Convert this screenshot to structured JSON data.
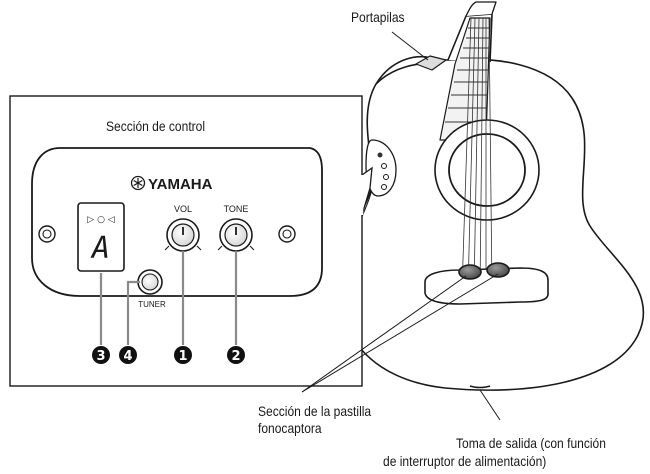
{
  "labels": {
    "battery_holder": "Portapilas",
    "control_section": "Sección de control",
    "pickup_line1": "Sección de la pastilla",
    "pickup_line2": "fonocaptora",
    "output_line1": "Toma de salida (con función",
    "output_line2": "de interruptor de alimentación)"
  },
  "panel": {
    "brand": "YAMAHA",
    "brand_icon": "yamaha-tuning-fork-logo",
    "vol_label": "VOL",
    "tone_label": "TONE",
    "tuner_label": "TUNER",
    "tuner_display_note": "A",
    "tuner_indicators": "▷ ○ ◁"
  },
  "callouts": [
    "3",
    "4",
    "1",
    "2"
  ]
}
